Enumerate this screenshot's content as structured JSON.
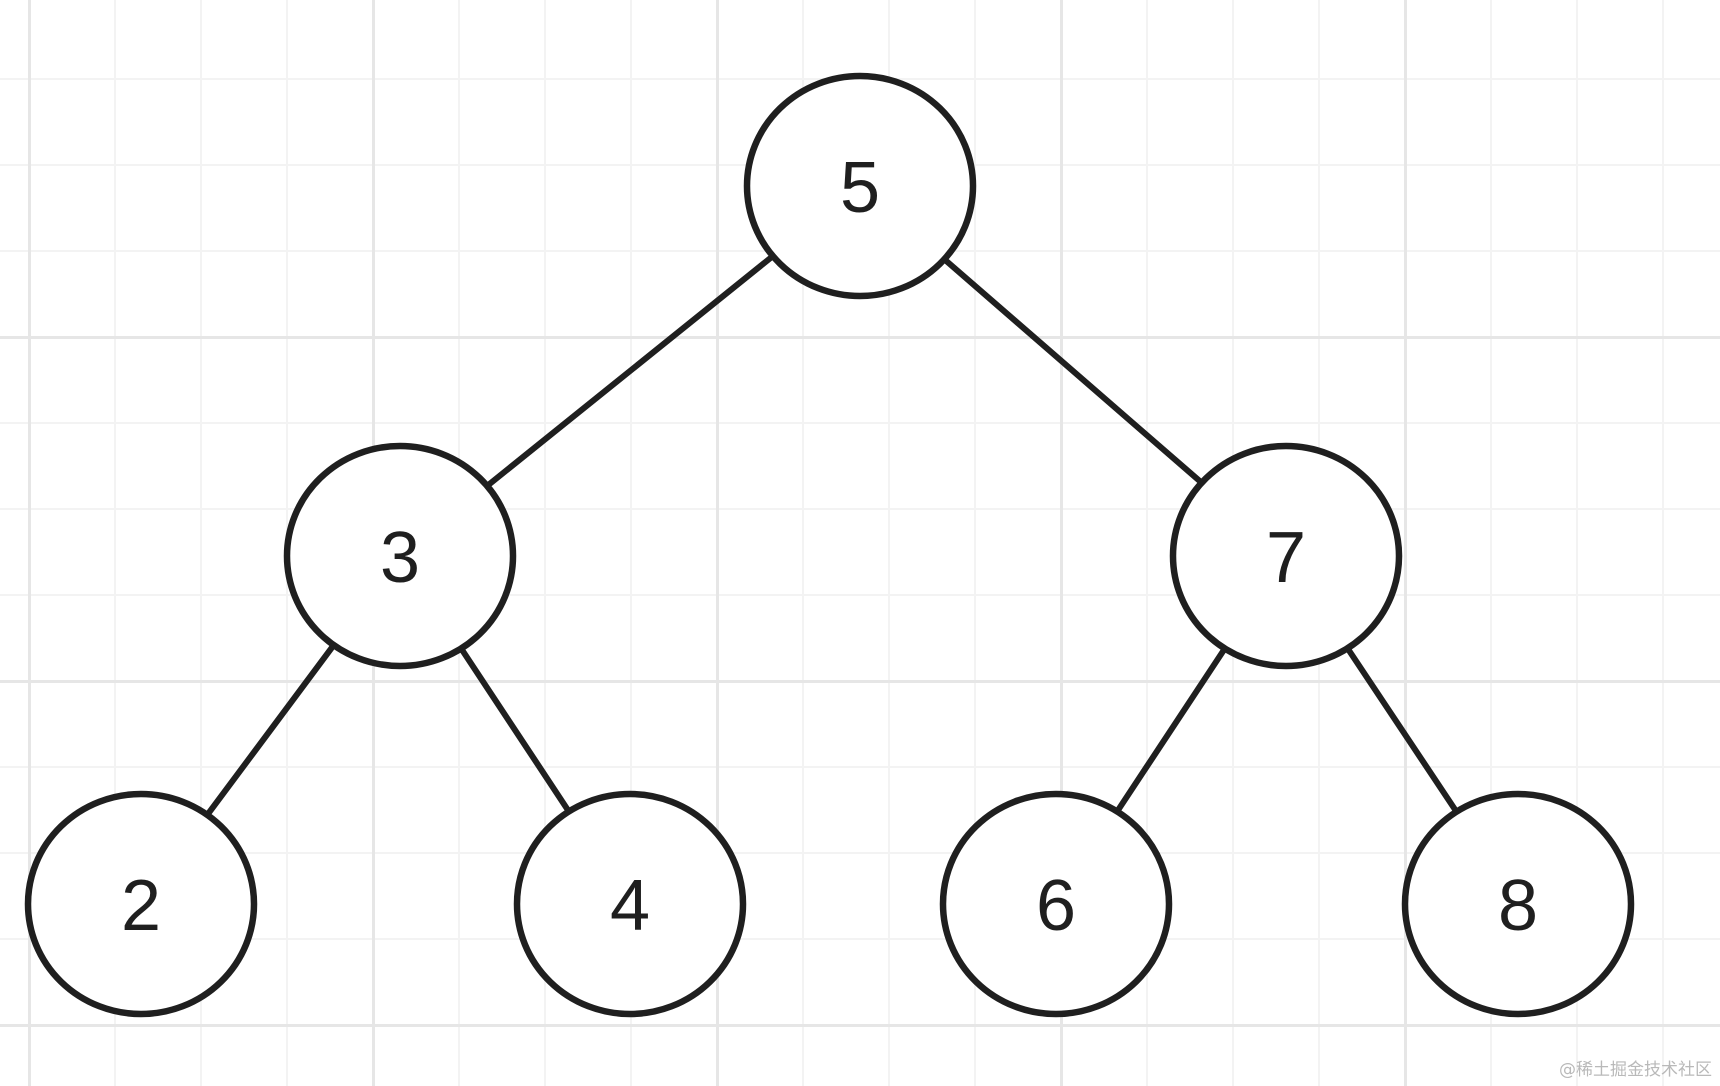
{
  "tree": {
    "nodes": [
      {
        "id": "n5",
        "label": "5"
      },
      {
        "id": "n3",
        "label": "3"
      },
      {
        "id": "n7",
        "label": "7"
      },
      {
        "id": "n2",
        "label": "2"
      },
      {
        "id": "n4",
        "label": "4"
      },
      {
        "id": "n6",
        "label": "6"
      },
      {
        "id": "n8",
        "label": "8"
      }
    ],
    "edges": [
      {
        "from": "n5",
        "to": "n3"
      },
      {
        "from": "n5",
        "to": "n7"
      },
      {
        "from": "n3",
        "to": "n2"
      },
      {
        "from": "n3",
        "to": "n4"
      },
      {
        "from": "n7",
        "to": "n6"
      },
      {
        "from": "n7",
        "to": "n8"
      }
    ]
  },
  "watermark": "@稀土掘金技术社区",
  "colors": {
    "stroke": "#1f1f1f",
    "grid": "#e6e6e6",
    "background": "#ffffff",
    "watermark": "#b9b9b9"
  }
}
